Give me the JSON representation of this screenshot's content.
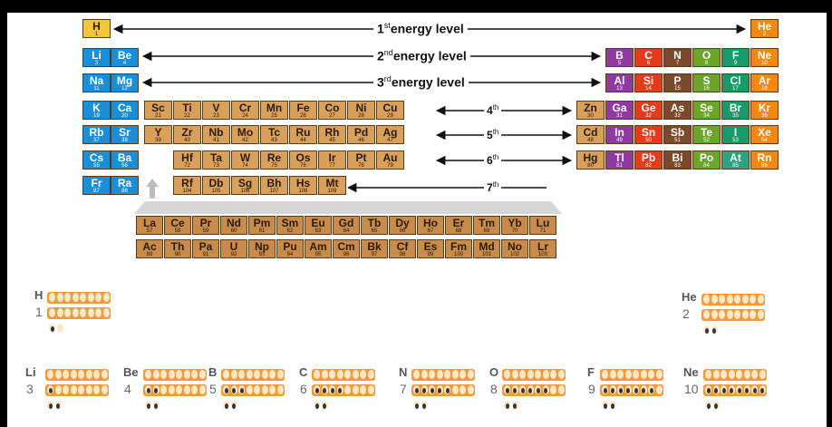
{
  "energy_levels": [
    {
      "num": "1",
      "suffix": "st",
      "text": "energy level"
    },
    {
      "num": "2",
      "suffix": "nd",
      "text": "energy level"
    },
    {
      "num": "3",
      "suffix": "rd",
      "text": "energy level"
    },
    {
      "num": "4",
      "suffix": "th",
      "text": ""
    },
    {
      "num": "5",
      "suffix": "th",
      "text": ""
    },
    {
      "num": "6",
      "suffix": "th",
      "text": ""
    },
    {
      "num": "7",
      "suffix": "th",
      "text": ""
    }
  ],
  "colors": {
    "s_block": "#1a8fd8",
    "d_block": "#d9a05b",
    "p_block": "#7a4a2a",
    "hydrogen": "#f2c63a",
    "noble": "#f2890f",
    "boron": "#8e3aa0",
    "carbon": "#e33b1c",
    "oxygen": "#6aa62a",
    "halogen": "#1a9a6a",
    "teal": "#2aa37e",
    "lanthanide": "#c88b4a",
    "shell": "#f29a3a"
  },
  "elements": [
    {
      "s": "H",
      "n": "1",
      "r": 1,
      "c": 1,
      "t": "hydrogen"
    },
    {
      "s": "He",
      "n": "2",
      "r": 1,
      "c": 18,
      "t": "noble"
    },
    {
      "s": "Li",
      "n": "3",
      "r": 2,
      "c": 1,
      "t": "s_block"
    },
    {
      "s": "Be",
      "n": "4",
      "r": 2,
      "c": 2,
      "t": "s_block"
    },
    {
      "s": "B",
      "n": "5",
      "r": 2,
      "c": 13,
      "t": "boron"
    },
    {
      "s": "C",
      "n": "6",
      "r": 2,
      "c": 14,
      "t": "carbon"
    },
    {
      "s": "N",
      "n": "7",
      "r": 2,
      "c": 15,
      "t": "p_block"
    },
    {
      "s": "O",
      "n": "8",
      "r": 2,
      "c": 16,
      "t": "oxygen"
    },
    {
      "s": "F",
      "n": "9",
      "r": 2,
      "c": 17,
      "t": "halogen"
    },
    {
      "s": "Ne",
      "n": "10",
      "r": 2,
      "c": 18,
      "t": "noble"
    },
    {
      "s": "Na",
      "n": "11",
      "r": 3,
      "c": 1,
      "t": "s_block"
    },
    {
      "s": "Mg",
      "n": "12",
      "r": 3,
      "c": 2,
      "t": "s_block"
    },
    {
      "s": "Al",
      "n": "13",
      "r": 3,
      "c": 13,
      "t": "boron"
    },
    {
      "s": "Si",
      "n": "14",
      "r": 3,
      "c": 14,
      "t": "carbon"
    },
    {
      "s": "P",
      "n": "15",
      "r": 3,
      "c": 15,
      "t": "p_block"
    },
    {
      "s": "S",
      "n": "16",
      "r": 3,
      "c": 16,
      "t": "oxygen"
    },
    {
      "s": "Cl",
      "n": "17",
      "r": 3,
      "c": 17,
      "t": "halogen"
    },
    {
      "s": "Ar",
      "n": "18",
      "r": 3,
      "c": 18,
      "t": "noble"
    },
    {
      "s": "K",
      "n": "19",
      "r": 4,
      "c": 1,
      "t": "s_block"
    },
    {
      "s": "Ca",
      "n": "20",
      "r": 4,
      "c": 2,
      "t": "s_block"
    },
    {
      "s": "Sc",
      "n": "21",
      "r": 4,
      "c": 3,
      "t": "d_block"
    },
    {
      "s": "Ti",
      "n": "22",
      "r": 4,
      "c": 4,
      "t": "d_block"
    },
    {
      "s": "V",
      "n": "23",
      "r": 4,
      "c": 5,
      "t": "d_block"
    },
    {
      "s": "Cr",
      "n": "24",
      "r": 4,
      "c": 6,
      "t": "d_block"
    },
    {
      "s": "Mn",
      "n": "25",
      "r": 4,
      "c": 7,
      "t": "d_block"
    },
    {
      "s": "Fe",
      "n": "26",
      "r": 4,
      "c": 8,
      "t": "d_block"
    },
    {
      "s": "Co",
      "n": "27",
      "r": 4,
      "c": 9,
      "t": "d_block"
    },
    {
      "s": "Ni",
      "n": "28",
      "r": 4,
      "c": 10,
      "t": "d_block"
    },
    {
      "s": "Cu",
      "n": "29",
      "r": 4,
      "c": 11,
      "t": "d_block"
    },
    {
      "s": "Zn",
      "n": "30",
      "r": 4,
      "c": 12,
      "t": "d_block"
    },
    {
      "s": "Ga",
      "n": "31",
      "r": 4,
      "c": 13,
      "t": "boron"
    },
    {
      "s": "Ge",
      "n": "32",
      "r": 4,
      "c": 14,
      "t": "carbon"
    },
    {
      "s": "As",
      "n": "33",
      "r": 4,
      "c": 15,
      "t": "p_block"
    },
    {
      "s": "Se",
      "n": "34",
      "r": 4,
      "c": 16,
      "t": "oxygen"
    },
    {
      "s": "Br",
      "n": "35",
      "r": 4,
      "c": 17,
      "t": "halogen"
    },
    {
      "s": "Kr",
      "n": "36",
      "r": 4,
      "c": 18,
      "t": "noble"
    },
    {
      "s": "Rb",
      "n": "37",
      "r": 5,
      "c": 1,
      "t": "s_block"
    },
    {
      "s": "Sr",
      "n": "38",
      "r": 5,
      "c": 2,
      "t": "s_block"
    },
    {
      "s": "Y",
      "n": "39",
      "r": 5,
      "c": 3,
      "t": "d_block"
    },
    {
      "s": "Zr",
      "n": "40",
      "r": 5,
      "c": 4,
      "t": "d_block"
    },
    {
      "s": "Nb",
      "n": "41",
      "r": 5,
      "c": 5,
      "t": "d_block"
    },
    {
      "s": "Mo",
      "n": "42",
      "r": 5,
      "c": 6,
      "t": "d_block"
    },
    {
      "s": "Tc",
      "n": "43",
      "r": 5,
      "c": 7,
      "t": "d_block"
    },
    {
      "s": "Ru",
      "n": "44",
      "r": 5,
      "c": 8,
      "t": "d_block"
    },
    {
      "s": "Rh",
      "n": "45",
      "r": 5,
      "c": 9,
      "t": "d_block"
    },
    {
      "s": "Pd",
      "n": "46",
      "r": 5,
      "c": 10,
      "t": "d_block"
    },
    {
      "s": "Ag",
      "n": "47",
      "r": 5,
      "c": 11,
      "t": "d_block"
    },
    {
      "s": "Cd",
      "n": "48",
      "r": 5,
      "c": 12,
      "t": "d_block"
    },
    {
      "s": "In",
      "n": "49",
      "r": 5,
      "c": 13,
      "t": "boron"
    },
    {
      "s": "Sn",
      "n": "50",
      "r": 5,
      "c": 14,
      "t": "carbon"
    },
    {
      "s": "Sb",
      "n": "51",
      "r": 5,
      "c": 15,
      "t": "p_block"
    },
    {
      "s": "Te",
      "n": "52",
      "r": 5,
      "c": 16,
      "t": "oxygen"
    },
    {
      "s": "I",
      "n": "53",
      "r": 5,
      "c": 17,
      "t": "halogen"
    },
    {
      "s": "Xe",
      "n": "54",
      "r": 5,
      "c": 18,
      "t": "noble"
    },
    {
      "s": "Cs",
      "n": "55",
      "r": 6,
      "c": 1,
      "t": "s_block"
    },
    {
      "s": "Ba",
      "n": "56",
      "r": 6,
      "c": 2,
      "t": "s_block"
    },
    {
      "s": "Hf",
      "n": "72",
      "r": 6,
      "c": 4,
      "t": "d_block"
    },
    {
      "s": "Ta",
      "n": "73",
      "r": 6,
      "c": 5,
      "t": "d_block"
    },
    {
      "s": "W",
      "n": "74",
      "r": 6,
      "c": 6,
      "t": "d_block"
    },
    {
      "s": "Re",
      "n": "75",
      "r": 6,
      "c": 7,
      "t": "d_block"
    },
    {
      "s": "Os",
      "n": "76",
      "r": 6,
      "c": 8,
      "t": "d_block"
    },
    {
      "s": "Ir",
      "n": "77",
      "r": 6,
      "c": 9,
      "t": "d_block"
    },
    {
      "s": "Pt",
      "n": "78",
      "r": 6,
      "c": 10,
      "t": "d_block"
    },
    {
      "s": "Au",
      "n": "79",
      "r": 6,
      "c": 11,
      "t": "d_block"
    },
    {
      "s": "Hg",
      "n": "80",
      "r": 6,
      "c": 12,
      "t": "d_block"
    },
    {
      "s": "Tl",
      "n": "81",
      "r": 6,
      "c": 13,
      "t": "boron"
    },
    {
      "s": "Pb",
      "n": "82",
      "r": 6,
      "c": 14,
      "t": "carbon"
    },
    {
      "s": "Bi",
      "n": "83",
      "r": 6,
      "c": 15,
      "t": "p_block"
    },
    {
      "s": "Po",
      "n": "84",
      "r": 6,
      "c": 16,
      "t": "oxygen"
    },
    {
      "s": "At",
      "n": "85",
      "r": 6,
      "c": 17,
      "t": "teal"
    },
    {
      "s": "Rn",
      "n": "86",
      "r": 6,
      "c": 18,
      "t": "noble"
    },
    {
      "s": "Fr",
      "n": "87",
      "r": 7,
      "c": 1,
      "t": "s_block"
    },
    {
      "s": "Ra",
      "n": "88",
      "r": 7,
      "c": 2,
      "t": "s_block"
    },
    {
      "s": "Rf",
      "n": "104",
      "r": 7,
      "c": 4,
      "t": "d_block"
    },
    {
      "s": "Db",
      "n": "105",
      "r": 7,
      "c": 5,
      "t": "d_block"
    },
    {
      "s": "Sg",
      "n": "106",
      "r": 7,
      "c": 6,
      "t": "d_block"
    },
    {
      "s": "Bh",
      "n": "107",
      "r": 7,
      "c": 7,
      "t": "d_block"
    },
    {
      "s": "Hs",
      "n": "108",
      "r": 7,
      "c": 8,
      "t": "d_block"
    },
    {
      "s": "Mt",
      "n": "109",
      "r": 7,
      "c": 9,
      "t": "d_block"
    }
  ],
  "lanthanides": [
    {
      "s": "La",
      "n": "57"
    },
    {
      "s": "Ce",
      "n": "58"
    },
    {
      "s": "Pr",
      "n": "59"
    },
    {
      "s": "Nd",
      "n": "60"
    },
    {
      "s": "Pm",
      "n": "61"
    },
    {
      "s": "Sm",
      "n": "62"
    },
    {
      "s": "Eu",
      "n": "63"
    },
    {
      "s": "Gd",
      "n": "64"
    },
    {
      "s": "Tb",
      "n": "65"
    },
    {
      "s": "Dy",
      "n": "66"
    },
    {
      "s": "Ho",
      "n": "67"
    },
    {
      "s": "Er",
      "n": "68"
    },
    {
      "s": "Tm",
      "n": "69"
    },
    {
      "s": "Yb",
      "n": "70"
    },
    {
      "s": "Lu",
      "n": "71"
    }
  ],
  "actinides": [
    {
      "s": "Ac",
      "n": "89"
    },
    {
      "s": "Th",
      "n": "90"
    },
    {
      "s": "Pa",
      "n": "91"
    },
    {
      "s": "U",
      "n": "92"
    },
    {
      "s": "Np",
      "n": "93"
    },
    {
      "s": "Pu",
      "n": "94"
    },
    {
      "s": "Am",
      "n": "95"
    },
    {
      "s": "Cm",
      "n": "96"
    },
    {
      "s": "Bk",
      "n": "97"
    },
    {
      "s": "Cf",
      "n": "98"
    },
    {
      "s": "Es",
      "n": "99"
    },
    {
      "s": "Fm",
      "n": "100"
    },
    {
      "s": "Md",
      "n": "101"
    },
    {
      "s": "No",
      "n": "102"
    },
    {
      "s": "Lr",
      "n": "103"
    }
  ],
  "shell_panels": [
    {
      "sym": "H",
      "num": "1",
      "rows": [
        0,
        0,
        1
      ]
    },
    {
      "sym": "He",
      "num": "2",
      "rows": [
        0,
        0,
        2
      ]
    },
    {
      "sym": "Li",
      "num": "3",
      "rows": [
        0,
        1,
        2
      ]
    },
    {
      "sym": "Be",
      "num": "4",
      "rows": [
        0,
        2,
        2
      ]
    },
    {
      "sym": "B",
      "num": "5",
      "rows": [
        0,
        3,
        2
      ]
    },
    {
      "sym": "C",
      "num": "6",
      "rows": [
        0,
        4,
        2
      ]
    },
    {
      "sym": "N",
      "num": "7",
      "rows": [
        0,
        5,
        2
      ]
    },
    {
      "sym": "O",
      "num": "8",
      "rows": [
        0,
        6,
        2
      ]
    },
    {
      "sym": "F",
      "num": "9",
      "rows": [
        0,
        7,
        2
      ]
    },
    {
      "sym": "Ne",
      "num": "10",
      "rows": [
        0,
        8,
        2
      ]
    }
  ]
}
